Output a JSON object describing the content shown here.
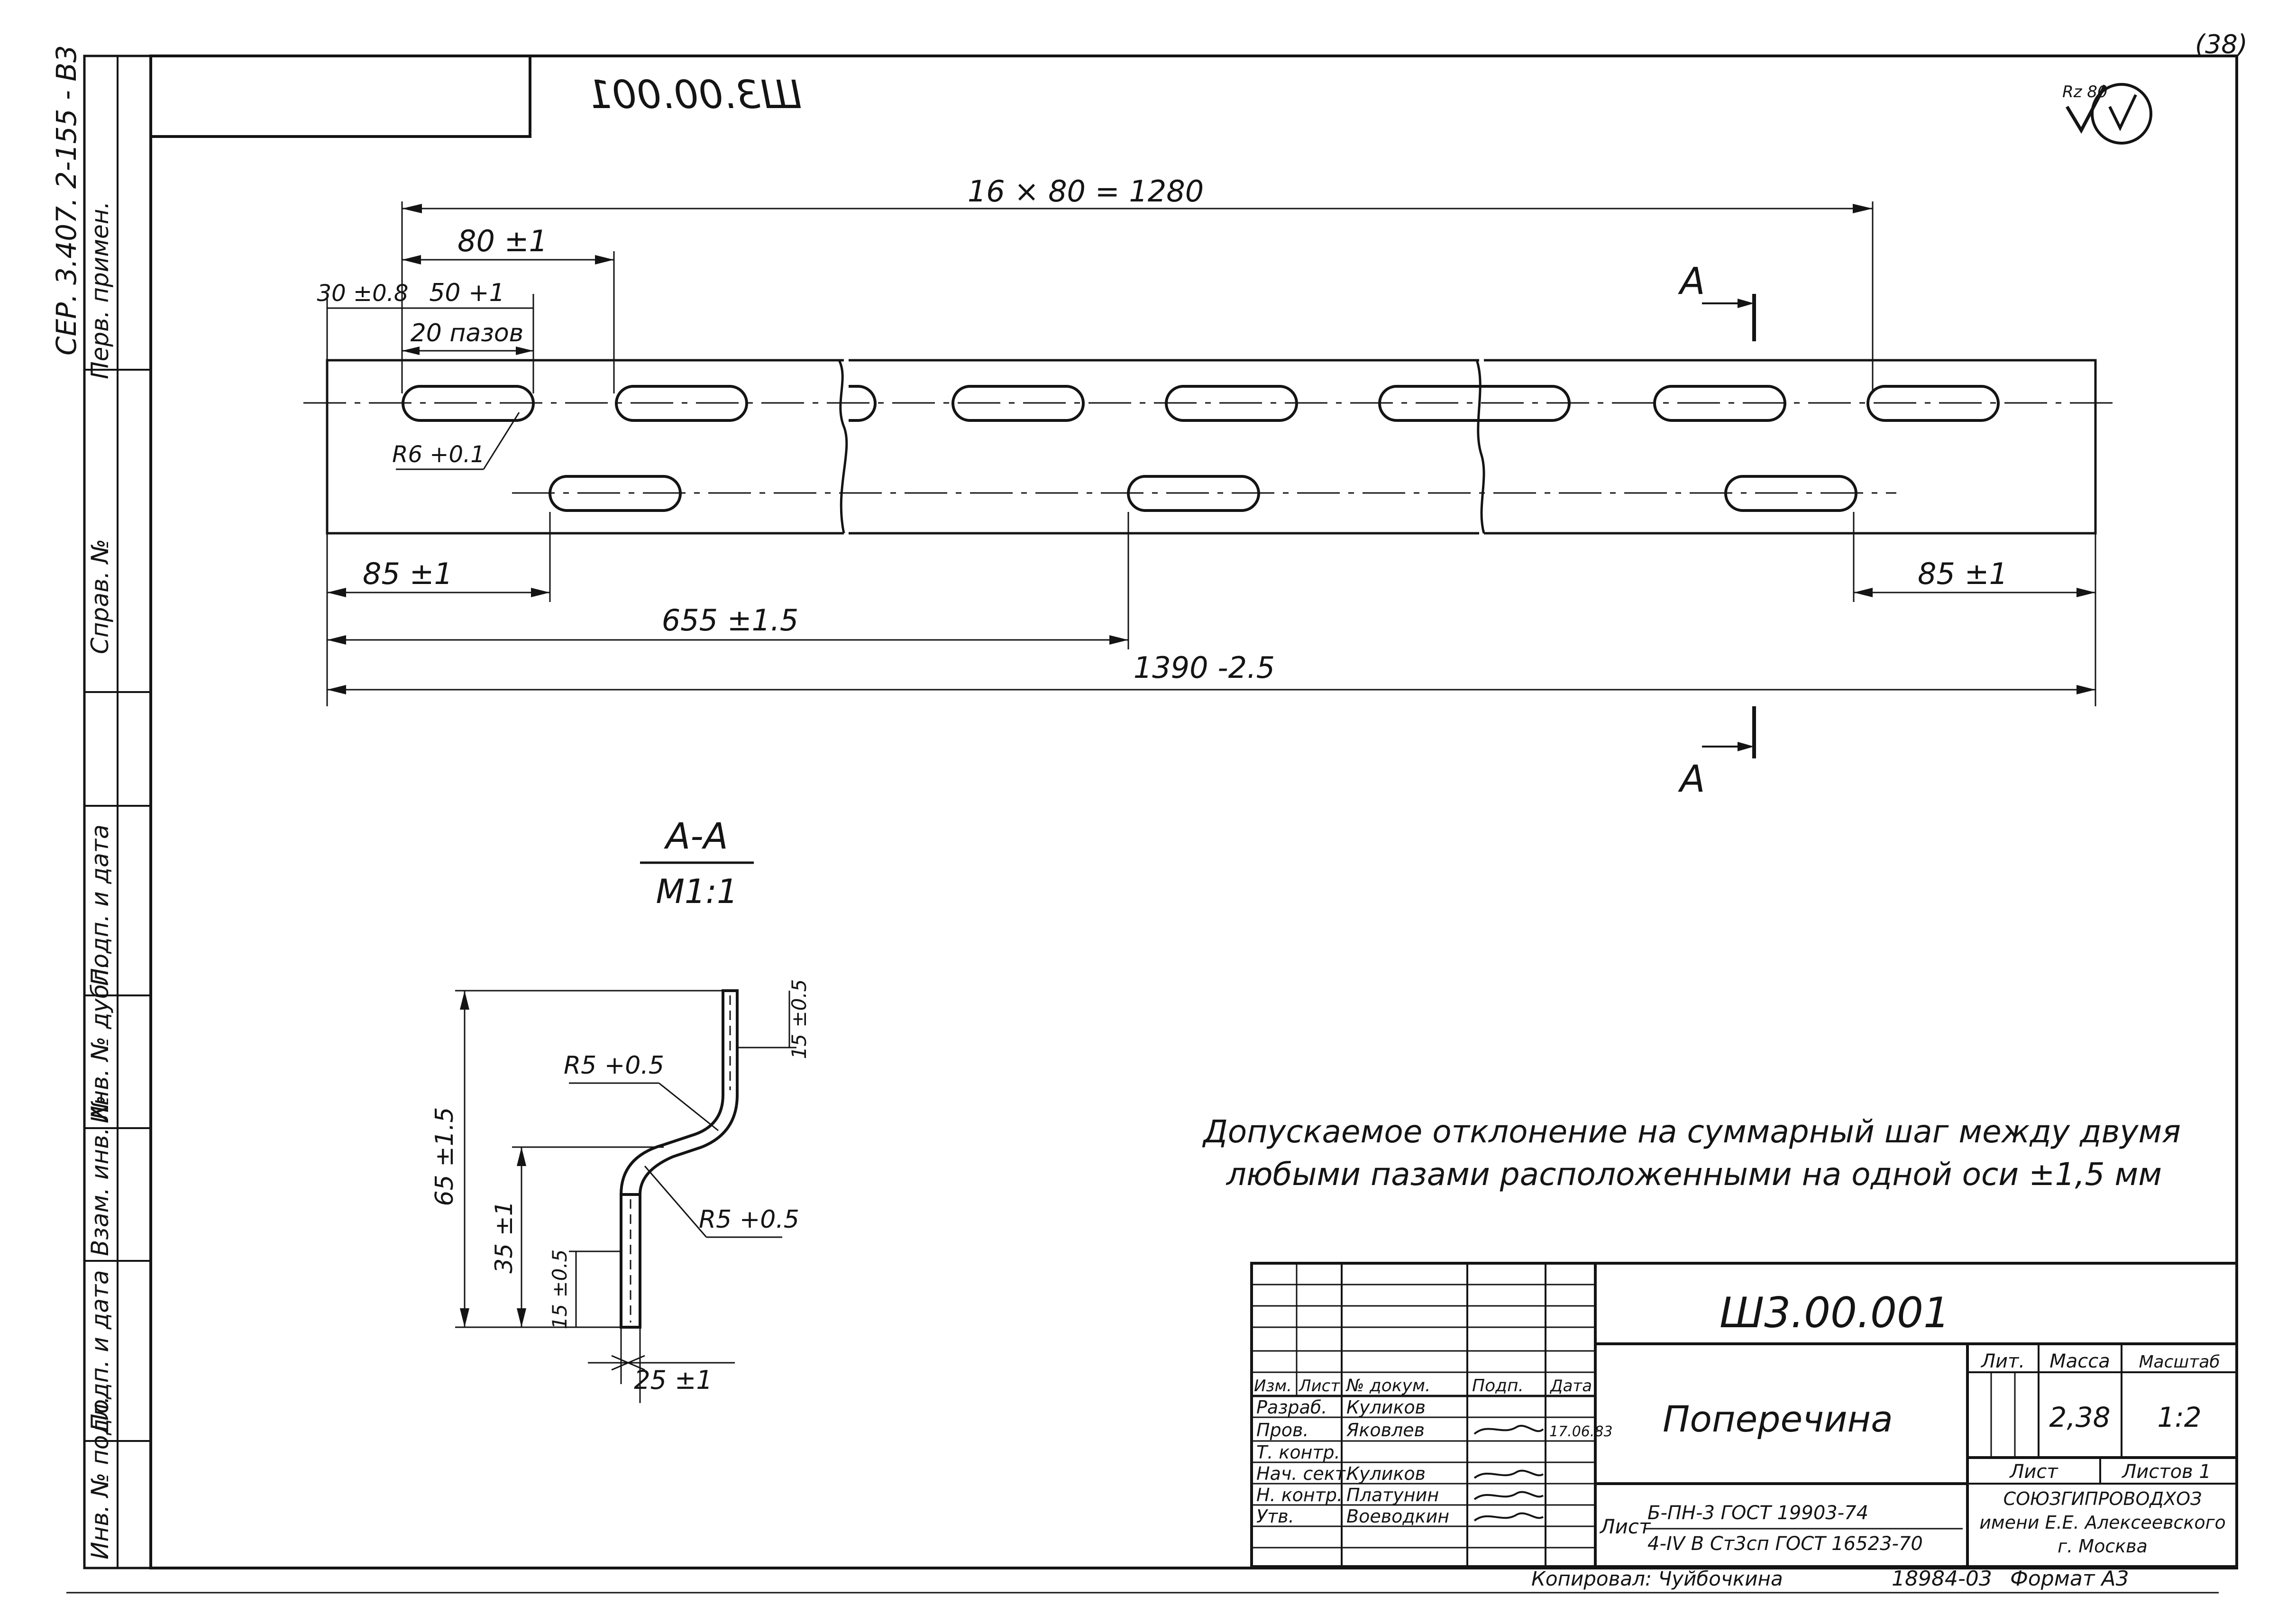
{
  "sheet": {
    "code_rotated": "Ш3.00.001",
    "series_code": "СЕР. 3.407. 2-155 - В3",
    "corner_mark": "(38)",
    "roughness_mark": "Rz 80"
  },
  "side_stamp": {
    "perv_primen": "Перв. примен.",
    "sprav": "Справ. №",
    "podp_data_1": "Подп. и дата",
    "inv_dubl": "Инв. № дубл.",
    "vzam_inv": "Взам. инв. №",
    "podp_data_2": "Подп. и дата",
    "inv_podl": "Инв. № подл."
  },
  "plan": {
    "dim_total_pitch": "16 × 80 = 1280",
    "dim_pitch": "80 ±1",
    "dim_edge": "30 ±0.8",
    "dim_slot_len": "50 +1",
    "slot_count": "20 пазов",
    "dim_radius": "R6 +0.1",
    "dim_left_85": "85 ±1",
    "dim_right_85": "85 ±1",
    "dim_655": "655 ±1.5",
    "dim_1390": "1390 -2.5",
    "section_mark": "А"
  },
  "section": {
    "title": "А-А",
    "scale": "М1:1",
    "r_top": "R5 +0.5",
    "r_bottom": "R5 +0.5",
    "dim_65": "65 ±1.5",
    "dim_35": "35 ±1",
    "dim_15_top": "15 ±0.5",
    "dim_15_bottom": "15 ±0.5",
    "dim_25": "25 ±1"
  },
  "note": {
    "line1": "Допускаемое отклонение на суммарный шаг между двумя",
    "line2": "любыми пазами расположенными на одной оси ±1,5 мм"
  },
  "title_block": {
    "designation": "Ш3.00.001",
    "name": "Поперечина",
    "col_izm": "Изм.",
    "col_list": "Лист",
    "col_doc": "№ докум.",
    "col_podp": "Подп.",
    "col_data": "Дата",
    "razrab_role": "Разраб.",
    "razrab_name": "Куликов",
    "prov_role": "Пров.",
    "prov_name": "Яковлев",
    "prov_date": "17.06.83",
    "tkontr_role": "Т. контр.",
    "nachsekt_role": "Нач. сект.",
    "nachsekt_name": "Куликов",
    "nkontr_role": "Н. контр.",
    "nkontr_name": "Платунин",
    "utv_role": "Утв.",
    "utv_name": "Воеводкин",
    "lit_label": "Лит.",
    "massa_label": "Масса",
    "masshtab_label": "Масштаб",
    "massa_value": "2,38",
    "masshtab_value": "1:2",
    "list_label": "Лист",
    "listov_label": "Листов 1",
    "material_list": "Лист",
    "material_1": "Б-ПН-3 ГОСТ 19903-74",
    "material_2": "4-IV В Ст3сп ГОСТ 16523-70",
    "org_1": "СОЮЗГИПРОВОДХОЗ",
    "org_2": "имени Е.Е. Алексеевского",
    "org_3": "г. Москва",
    "copied_by": "Копировал: Чуйбочкина",
    "order_no": "18984-03",
    "format": "Формат А3"
  }
}
